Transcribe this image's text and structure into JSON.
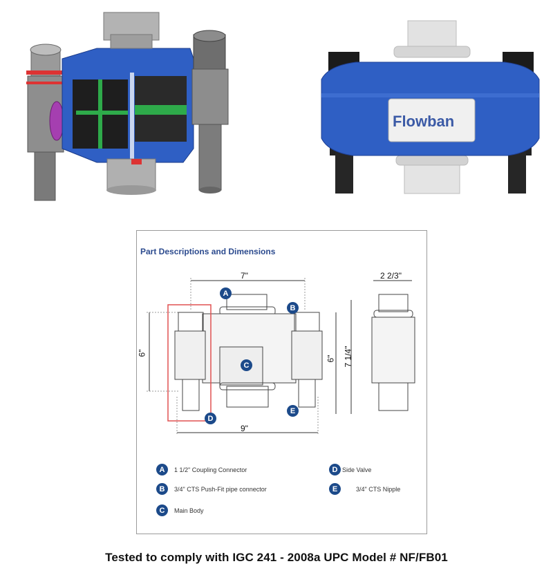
{
  "diagram": {
    "title": "Part Descriptions and Dimensions",
    "dimensions": {
      "width_top": "7\"",
      "side_width": "2 2/3\"",
      "height_left": "6\"",
      "height_mid": "6\"",
      "height_right": "7 1/4\"",
      "width_bottom": "9\""
    },
    "callouts": [
      "A",
      "B",
      "C",
      "D",
      "E"
    ],
    "legend": [
      {
        "letter": "A",
        "text": "1 1/2\" Coupling Connector"
      },
      {
        "letter": "B",
        "text": "3/4\" CTS Push-Fit pipe connector"
      },
      {
        "letter": "C",
        "text": "Main Body"
      },
      {
        "letter": "D",
        "text": "Side Valve"
      },
      {
        "letter": "E",
        "text": "3/4\" CTS Nipple"
      }
    ]
  },
  "product_label": "Flowban",
  "footer": "Tested to comply with IGC 241 - 2008a UPC Model # NF/FB01",
  "colors": {
    "accent_blue": "#1c4a8a",
    "body_blue": "#2f5fc4",
    "red_box": "#e05050"
  }
}
